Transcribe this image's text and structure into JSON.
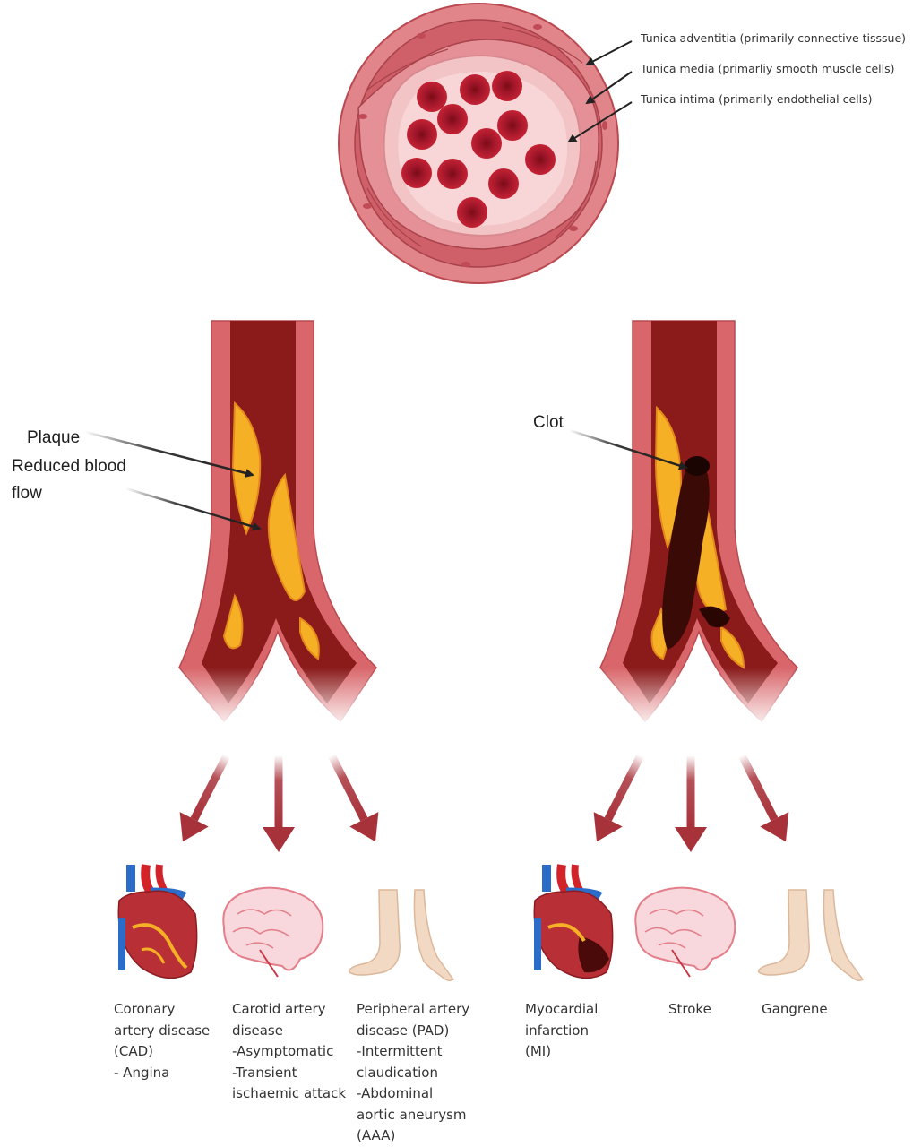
{
  "colors": {
    "artery_wall": "#d8666a",
    "artery_inner": "#8b1a1a",
    "plaque": "#f5b025",
    "clot": "#3a0a06",
    "arrow": "#a8323a",
    "rbc": "#b01c2c"
  },
  "cross_section": {
    "labels": [
      "Tunica adventitia (primarily connective tisssue)",
      "Tunica media (primarliy smooth muscle cells)",
      "Tunica intima (primarily endothelial cells)"
    ]
  },
  "left_artery": {
    "plaque_label": "Plaque",
    "flow_label_line1": "Reduced blood",
    "flow_label_line2": "flow"
  },
  "right_artery": {
    "clot_label": "Clot"
  },
  "outcomes": [
    {
      "icon": "heart-icon",
      "lines": [
        "Coronary",
        "artery disease",
        "(CAD)",
        "- Angina"
      ]
    },
    {
      "icon": "brain-icon",
      "lines": [
        "Carotid artery",
        "disease",
        "-Asymptomatic",
        "-Transient",
        "ischaemic attack"
      ]
    },
    {
      "icon": "leg-arm-icon",
      "lines": [
        "Peripheral artery",
        "disease (PAD)",
        "-Intermittent",
        "claudication",
        "-Abdominal",
        "aortic aneurysm",
        "(AAA)"
      ]
    },
    {
      "icon": "heart-icon",
      "lines": [
        "Myocardial",
        "infarction",
        "(MI)"
      ]
    },
    {
      "icon": "brain-icon",
      "lines": [
        "Stroke"
      ]
    },
    {
      "icon": "leg-arm-icon",
      "lines": [
        "Gangrene"
      ]
    }
  ]
}
